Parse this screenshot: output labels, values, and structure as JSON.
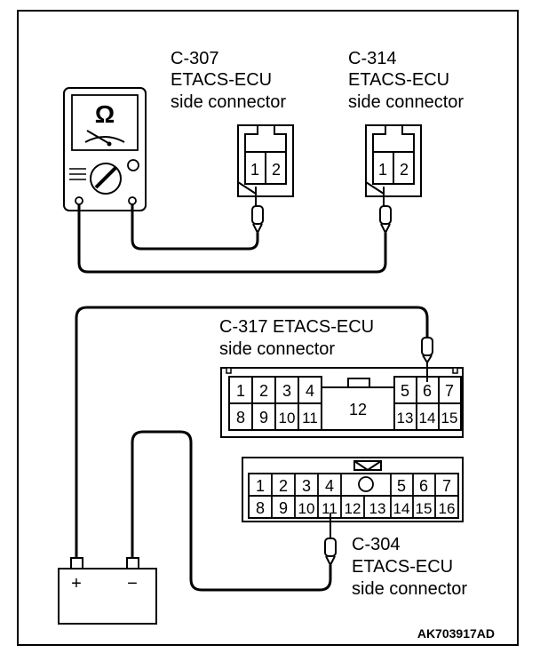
{
  "labels": {
    "c307": [
      "C-307",
      "ETACS-ECU",
      "side connector"
    ],
    "c314": [
      "C-314",
      "ETACS-ECU",
      "side connector"
    ],
    "c317": [
      "C-317 ETACS-ECU",
      "side connector"
    ],
    "c304": [
      "C-304",
      "ETACS-ECU",
      "side connector"
    ],
    "figure_code": "AK703917AD"
  },
  "meter": {
    "symbol": "Ω",
    "icon": "ohmmeter-icon"
  },
  "small_connectors": {
    "c307_pins": [
      "1",
      "2"
    ],
    "c314_pins": [
      "1",
      "2"
    ]
  },
  "c317_pins": {
    "top_left": [
      "1",
      "2",
      "3",
      "4"
    ],
    "bottom_left": [
      "8",
      "9",
      "10",
      "11"
    ],
    "center": "12",
    "top_right": [
      "5",
      "6",
      "7"
    ],
    "bottom_right": [
      "13",
      "14",
      "15"
    ]
  },
  "c304_pins": {
    "top_left": [
      "1",
      "2",
      "3",
      "4"
    ],
    "top_right": [
      "5",
      "6",
      "7"
    ],
    "bottom": [
      "8",
      "9",
      "10",
      "11",
      "12",
      "13",
      "14",
      "15",
      "16"
    ]
  },
  "battery": {
    "plus": "+",
    "minus": "−",
    "icon": "battery-icon"
  }
}
